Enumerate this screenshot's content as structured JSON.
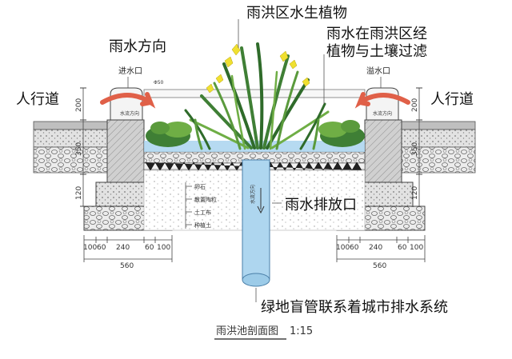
{
  "labels": {
    "plants": "雨洪区水生植物",
    "filter_line1": "雨水在雨洪区经",
    "filter_line2": "植物与土壤过滤",
    "rain_direction": "雨水方向",
    "inlet": "进水口",
    "overflow": "溢水口",
    "sidewalk_left": "人行道",
    "sidewalk_right": "人行道",
    "drain_outlet": "雨水排放口",
    "blind_pipe": "绿地盲管联系着城市排水系统",
    "flow_dir_left": "水流方向",
    "flow_dir_right": "水流方向",
    "pipe_flow": "水流方向",
    "pipe_size": "Φ50"
  },
  "legend": [
    "卵石",
    "散置陶粒",
    "土工布",
    "种植土"
  ],
  "dimensions": {
    "left_vertical": [
      "200",
      "350",
      "120"
    ],
    "right_vertical": [
      "200",
      "350",
      "120"
    ],
    "left_bottom": [
      "100",
      "60",
      "240",
      "60",
      "100"
    ],
    "left_total": "560",
    "right_bottom": [
      "100",
      "60",
      "240",
      "60",
      "100"
    ],
    "right_total": "560"
  },
  "title": "雨洪池剖面图",
  "scale": "1:15",
  "colors": {
    "water": "#a9d4ee",
    "pipe": "#aed6ef",
    "concrete": "#d4d4d4",
    "gravel": "#dedede",
    "leaf_dark": "#2f6b2a",
    "leaf_light": "#6fae45",
    "flower": "#f0e030",
    "arrow": "#e06048"
  }
}
